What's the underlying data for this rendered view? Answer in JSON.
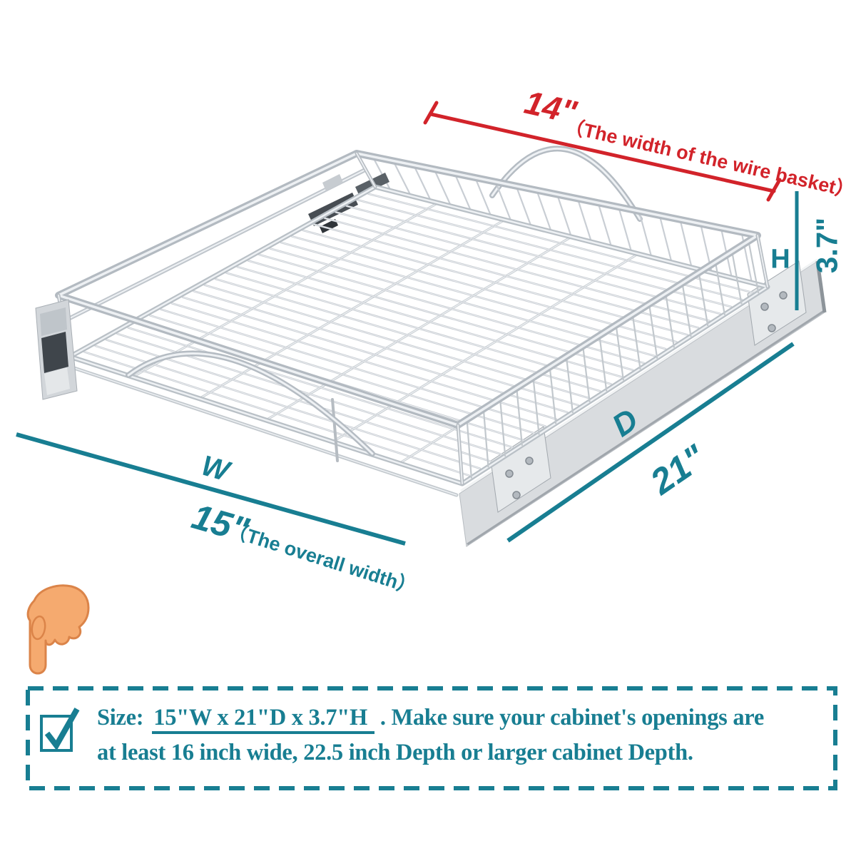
{
  "colors": {
    "teal": "#187E92",
    "red": "#D2232A",
    "hand_fill": "#F5AA6F",
    "hand_outline": "#DB8449",
    "chrome": "#b5bcc3"
  },
  "dimensions": {
    "basket_width": {
      "value": "14\"",
      "note": "（The width of the wire basket）"
    },
    "height": {
      "letter": "H",
      "value": "3.7\""
    },
    "depth": {
      "letter": "D",
      "value": "21\""
    },
    "overall_width": {
      "letter": "W",
      "value": "15\"",
      "note": "（The overall width）"
    }
  },
  "size_note": {
    "prefix": "Size:",
    "dimensions_text": "15\"W x 21\"D x 3.7\"H",
    "line1_rest": " . Make sure your cabinet's openings are",
    "line2": "at least 16 inch wide, 22.5 inch Depth or larger cabinet Depth."
  },
  "icons": {
    "pointer": "hand-pointing-down-icon",
    "checkbox": "checkbox-with-checkmark"
  }
}
